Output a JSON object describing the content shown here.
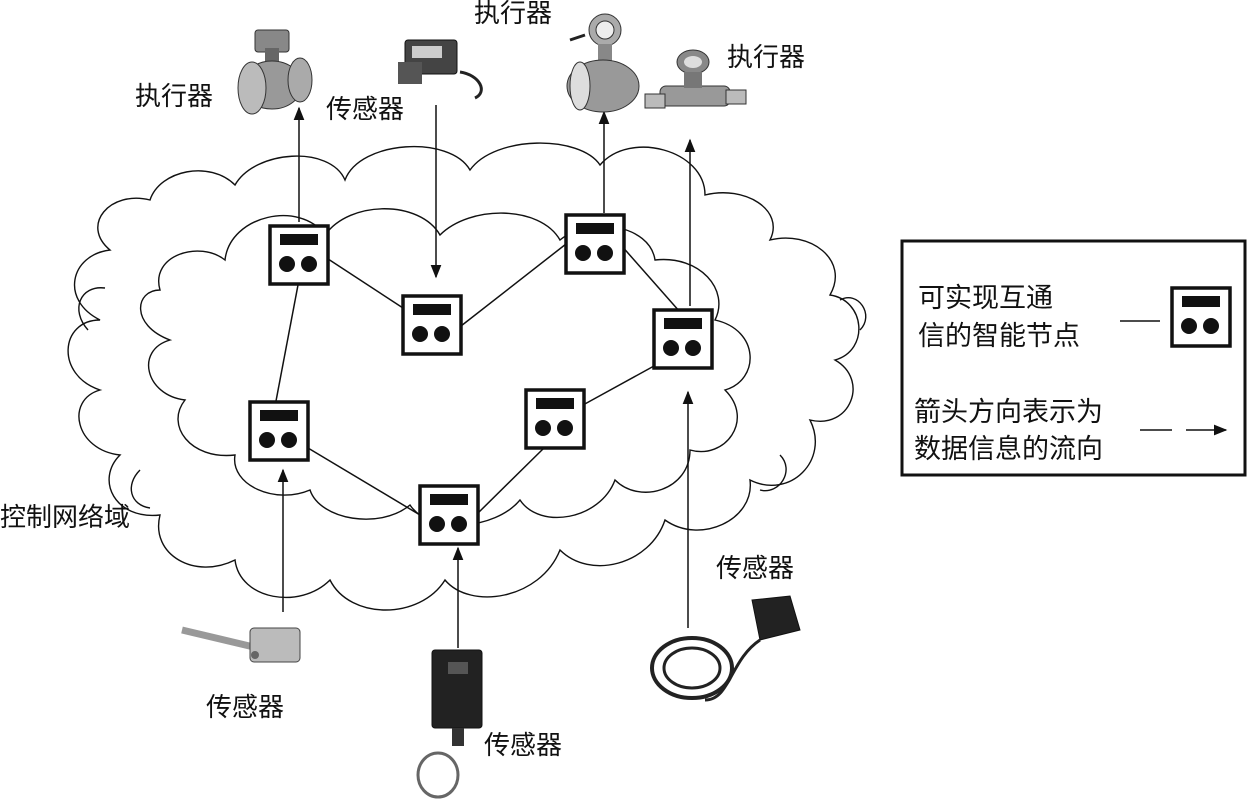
{
  "labels": {
    "actuator_left": "执行器",
    "actuator_mid": "执行器",
    "actuator_right": "执行器",
    "sensor_top": "传感器",
    "sensor_bottom_left": "传感器",
    "sensor_bottom_mid": "传感器",
    "sensor_right": "传感器",
    "domain": "控制网络域"
  },
  "legend": {
    "node_line1": "可实现互通",
    "node_line2": "信的智能节点",
    "arrow_line1": "箭头方向表示为",
    "arrow_line2": "数据信息的流向"
  },
  "icons": {
    "node": "smart-node-icon",
    "valve": "valve-actuator-icon",
    "flowmeter": "flowmeter-actuator-icon",
    "watermeter": "water-meter-actuator-icon",
    "motor_sensor": "motor-sensor-icon",
    "temperature_probe": "temperature-probe-sensor-icon",
    "photoelectric": "photoelectric-sensor-icon",
    "float_switch": "float-switch-sensor-icon"
  },
  "colors": {
    "ink": "#111111",
    "paper": "#ffffff"
  }
}
